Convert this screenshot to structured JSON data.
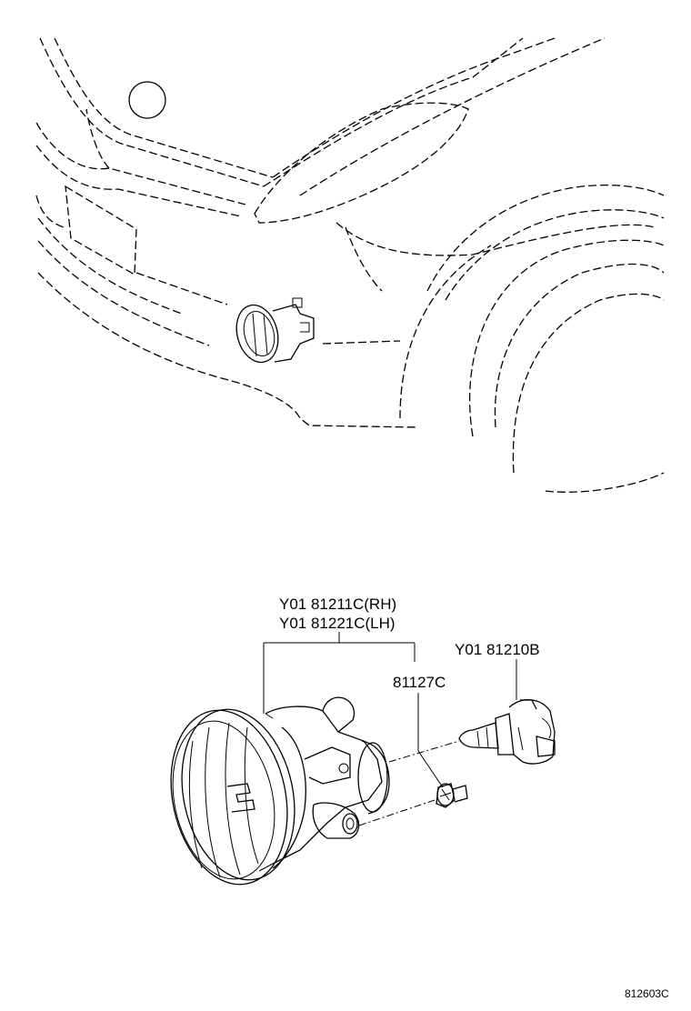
{
  "parts": {
    "lamp_rh": "Y01 81211C(RH)",
    "lamp_lh": "Y01 81221C(LH)",
    "bulb": "Y01 81210B",
    "screw": "81127C"
  },
  "figure_code": "812603C"
}
